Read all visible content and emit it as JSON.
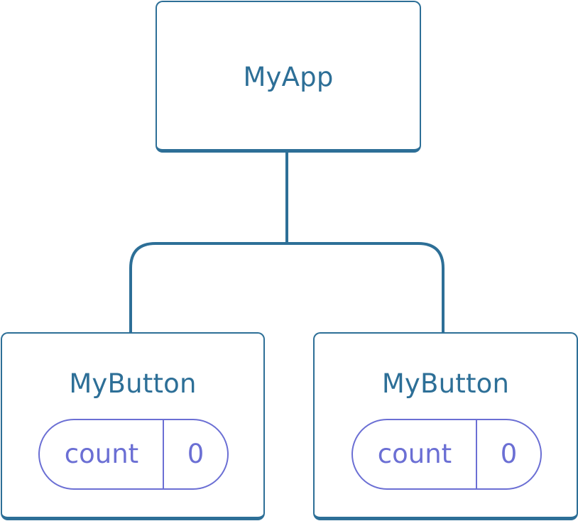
{
  "colors": {
    "node_border": "#2d6f97",
    "node_text": "#2d6f97",
    "state_accent": "#6b6fd4",
    "background": "#ffffff"
  },
  "root": {
    "label": "MyApp"
  },
  "children": [
    {
      "label": "MyButton",
      "state": {
        "name": "count",
        "value": "0"
      }
    },
    {
      "label": "MyButton",
      "state": {
        "name": "count",
        "value": "0"
      }
    }
  ]
}
